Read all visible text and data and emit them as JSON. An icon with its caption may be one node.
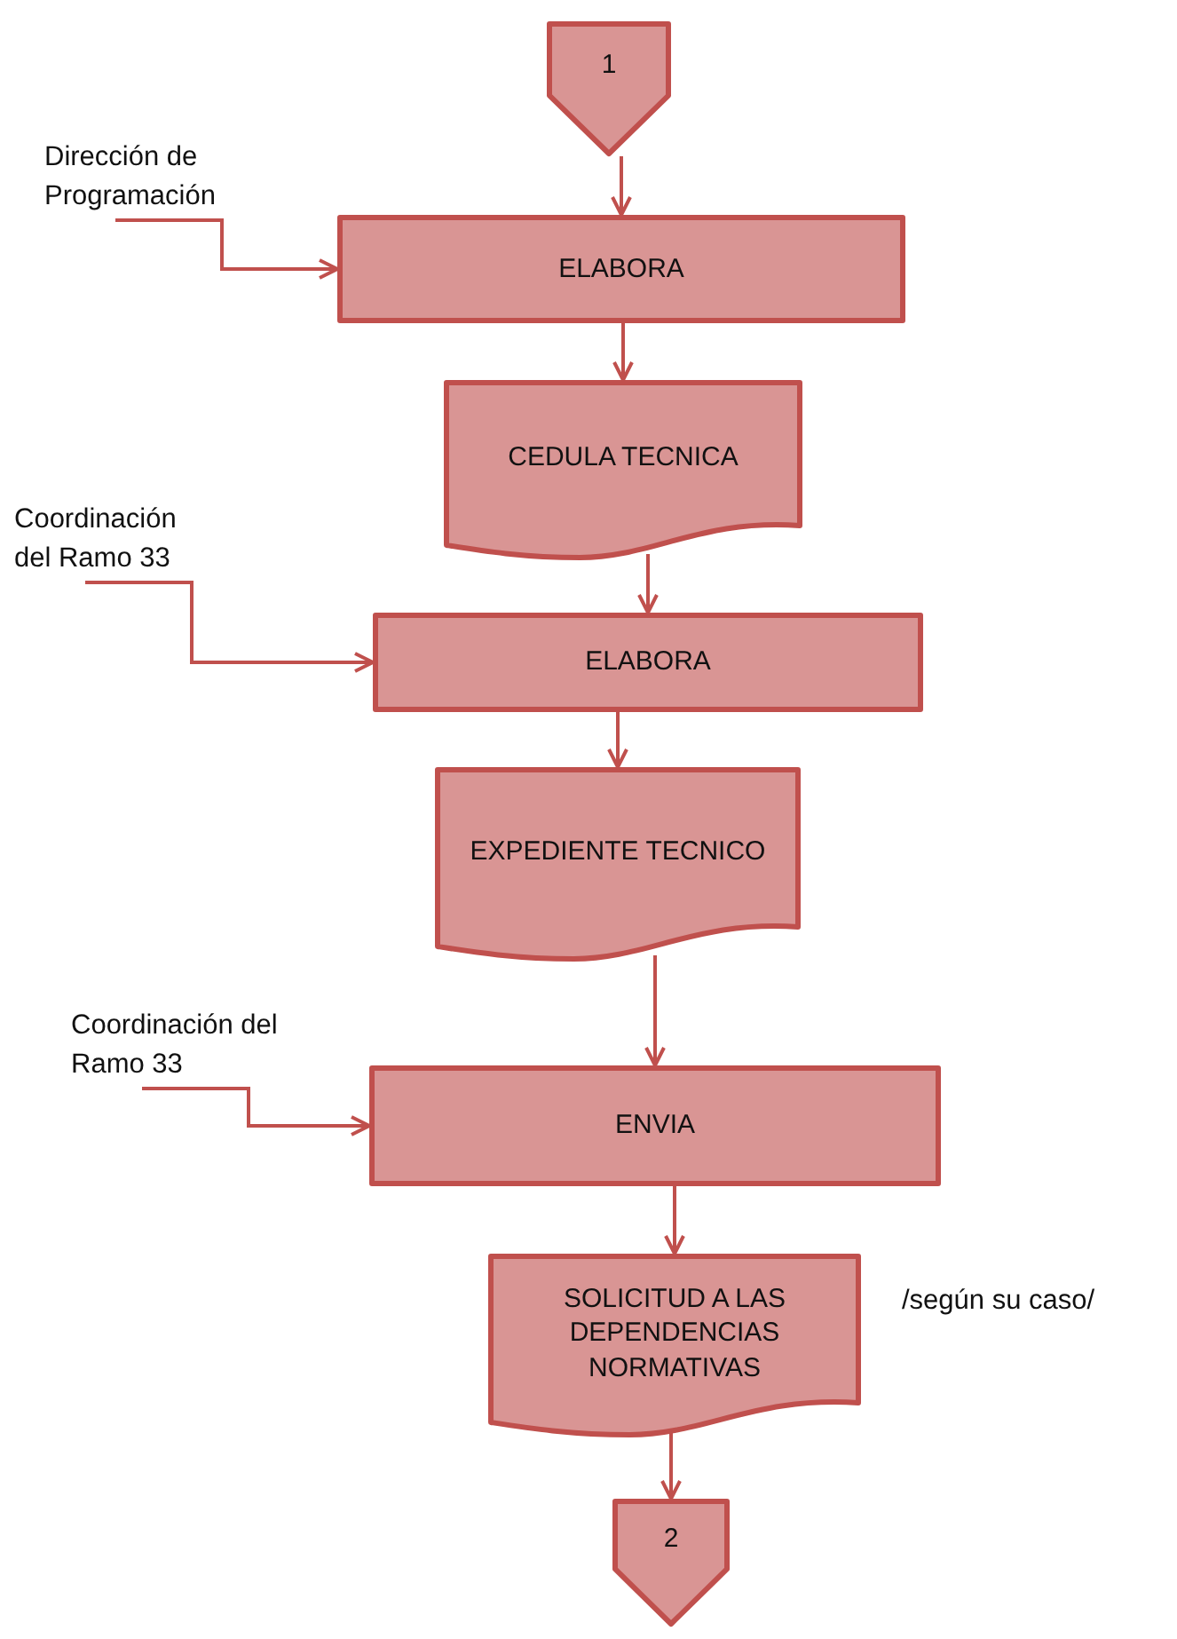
{
  "diagram": {
    "nodes": [
      {
        "text": [
          "1"
        ]
      },
      {
        "text": [
          "Dirección de Programación"
        ]
      },
      {
        "text": [
          "ELABORA"
        ]
      },
      {
        "text": [
          "CEDULA TECNICA"
        ]
      },
      {
        "text": [
          "Coordinación del Ramo 33"
        ]
      },
      {
        "text": [
          "ELABORA"
        ]
      },
      {
        "text": [
          "EXPEDIENTE TECNICO"
        ]
      },
      {
        "text": [
          "Coordinación del Ramo 33"
        ]
      },
      {
        "text": [
          "ENVIA"
        ]
      },
      {
        "text": [
          "SOLICITUD A LAS DEPENDENCIAS NORMATIVAS"
        ],
        "beside": [
          "/según su caso/"
        ]
      },
      {
        "text": [
          "2"
        ]
      }
    ],
    "edges": [
      {
        "from": 0,
        "to": 2,
        "arrow": "to"
      },
      {
        "from": 1,
        "to": 2,
        "arrow": "to"
      },
      {
        "from": 2,
        "to": 3,
        "arrow": "to"
      },
      {
        "from": 3,
        "to": 5,
        "arrow": "to"
      },
      {
        "from": 4,
        "to": 5,
        "arrow": "to"
      },
      {
        "from": 5,
        "to": 6,
        "arrow": "to"
      },
      {
        "from": 6,
        "to": 8,
        "arrow": "to"
      },
      {
        "from": 7,
        "to": 8,
        "arrow": "to"
      },
      {
        "from": 8,
        "to": 9,
        "arrow": "to"
      },
      {
        "from": 9,
        "to": 10,
        "arrow": "to"
      }
    ]
  }
}
